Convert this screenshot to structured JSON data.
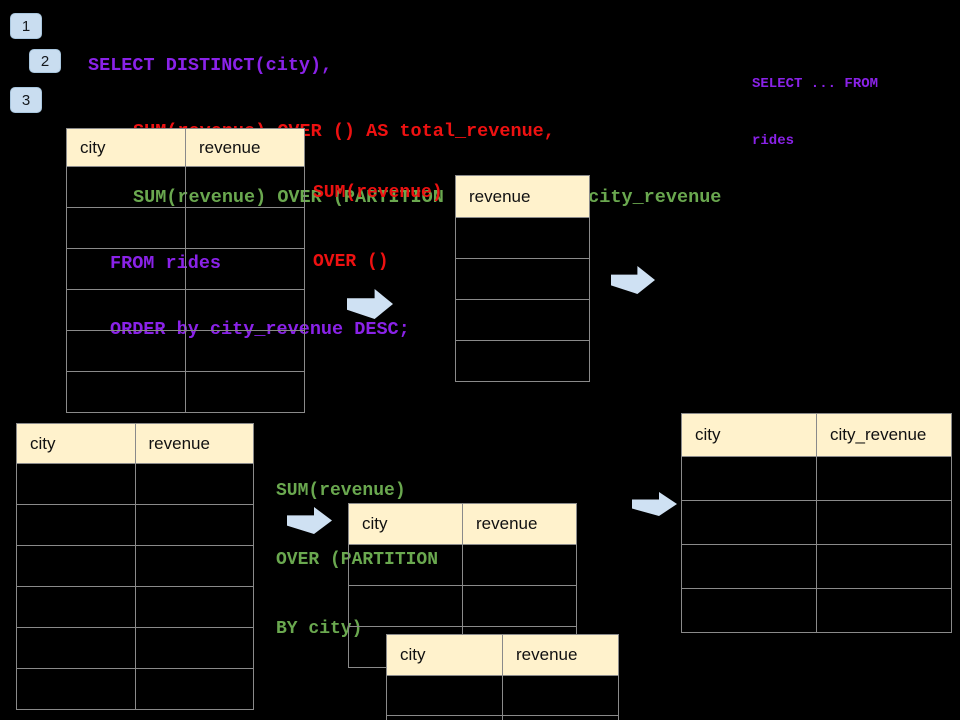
{
  "colors": {
    "background": "#000000",
    "purple": "#8a22e8",
    "red": "#ee1111",
    "green": "#6aa84f",
    "header_fill": "#fff2cc",
    "table_border": "#8a8a8a",
    "arrow": "#cfe1f3",
    "badge_fill": "#c9ddf0"
  },
  "badges": [
    {
      "label": "1"
    },
    {
      "label": "2"
    },
    {
      "label": "3"
    }
  ],
  "code": {
    "lines": [
      {
        "text": "SELECT DISTINCT(city),",
        "color": "#8a22e8"
      },
      {
        "text": "SUM(revenue) OVER () AS total_revenue,",
        "color": "#ee1111"
      },
      {
        "text": "SUM(revenue) OVER (PARTITION BY city) as city_revenue",
        "color": "#6aa84f"
      },
      {
        "text": "FROM rides",
        "color": "#8a22e8"
      },
      {
        "text": "ORDER by city_revenue DESC;",
        "color": "#8a22e8"
      }
    ]
  },
  "side_note": {
    "lines": [
      "SELECT ... FROM",
      "rides"
    ],
    "color": "#8a22e8"
  },
  "labels": {
    "total_window": {
      "lines": [
        "SUM(revenue)",
        "OVER ()"
      ],
      "color": "#ee1111"
    },
    "partition_window": {
      "lines": [
        "SUM(revenue)",
        "OVER (PARTITION",
        "BY city)"
      ],
      "color": "#6aa84f"
    }
  },
  "tables": {
    "source_total": {
      "headers": [
        "city",
        "revenue"
      ],
      "empty_rows": 6
    },
    "total_result": {
      "headers": [
        "revenue"
      ],
      "empty_rows": 4
    },
    "source_partition": {
      "headers": [
        "city",
        "revenue"
      ],
      "empty_rows": 6
    },
    "partition_step": {
      "headers": [
        "city",
        "revenue"
      ],
      "empty_rows": 3
    },
    "partition_step_overlay": {
      "headers": [
        "city",
        "revenue"
      ],
      "empty_rows": 2
    },
    "partition_result": {
      "headers": [
        "city",
        "city_revenue"
      ],
      "empty_rows": 4
    }
  }
}
